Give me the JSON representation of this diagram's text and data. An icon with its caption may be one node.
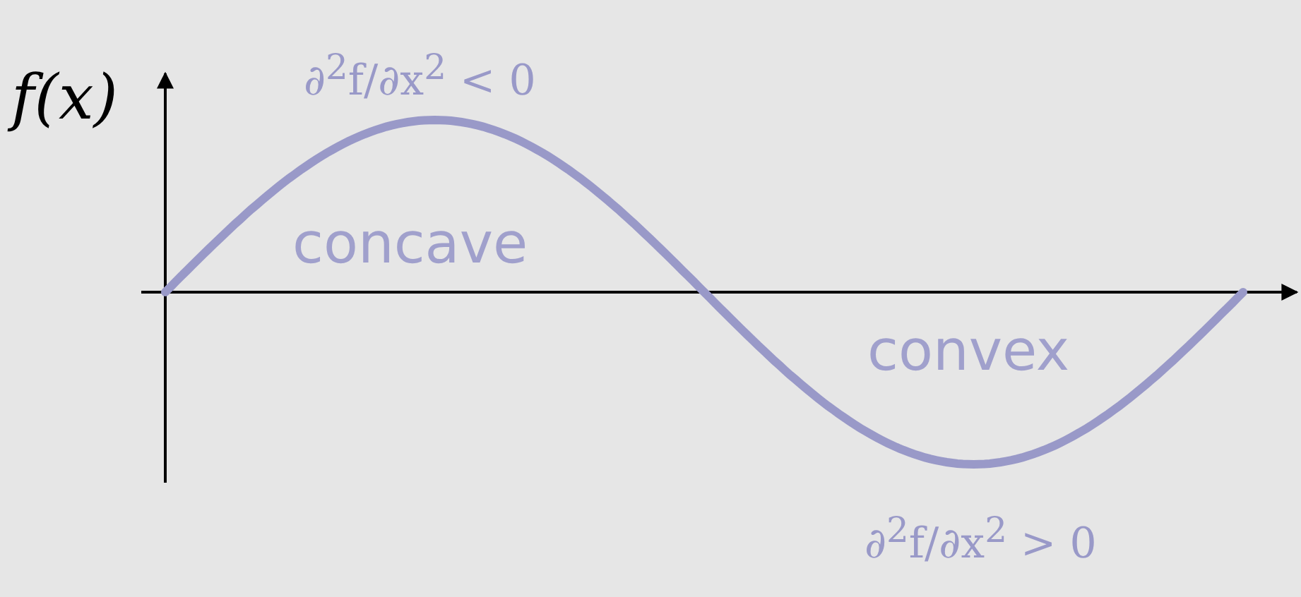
{
  "diagram": {
    "labels": [
      "f(x)",
      "∂$^{2}$f/∂x$^{2}$ < 0",
      "concave",
      "convex",
      "∂$^{2}$f/∂x$^{2}$ > 0"
    ]
  }
}
